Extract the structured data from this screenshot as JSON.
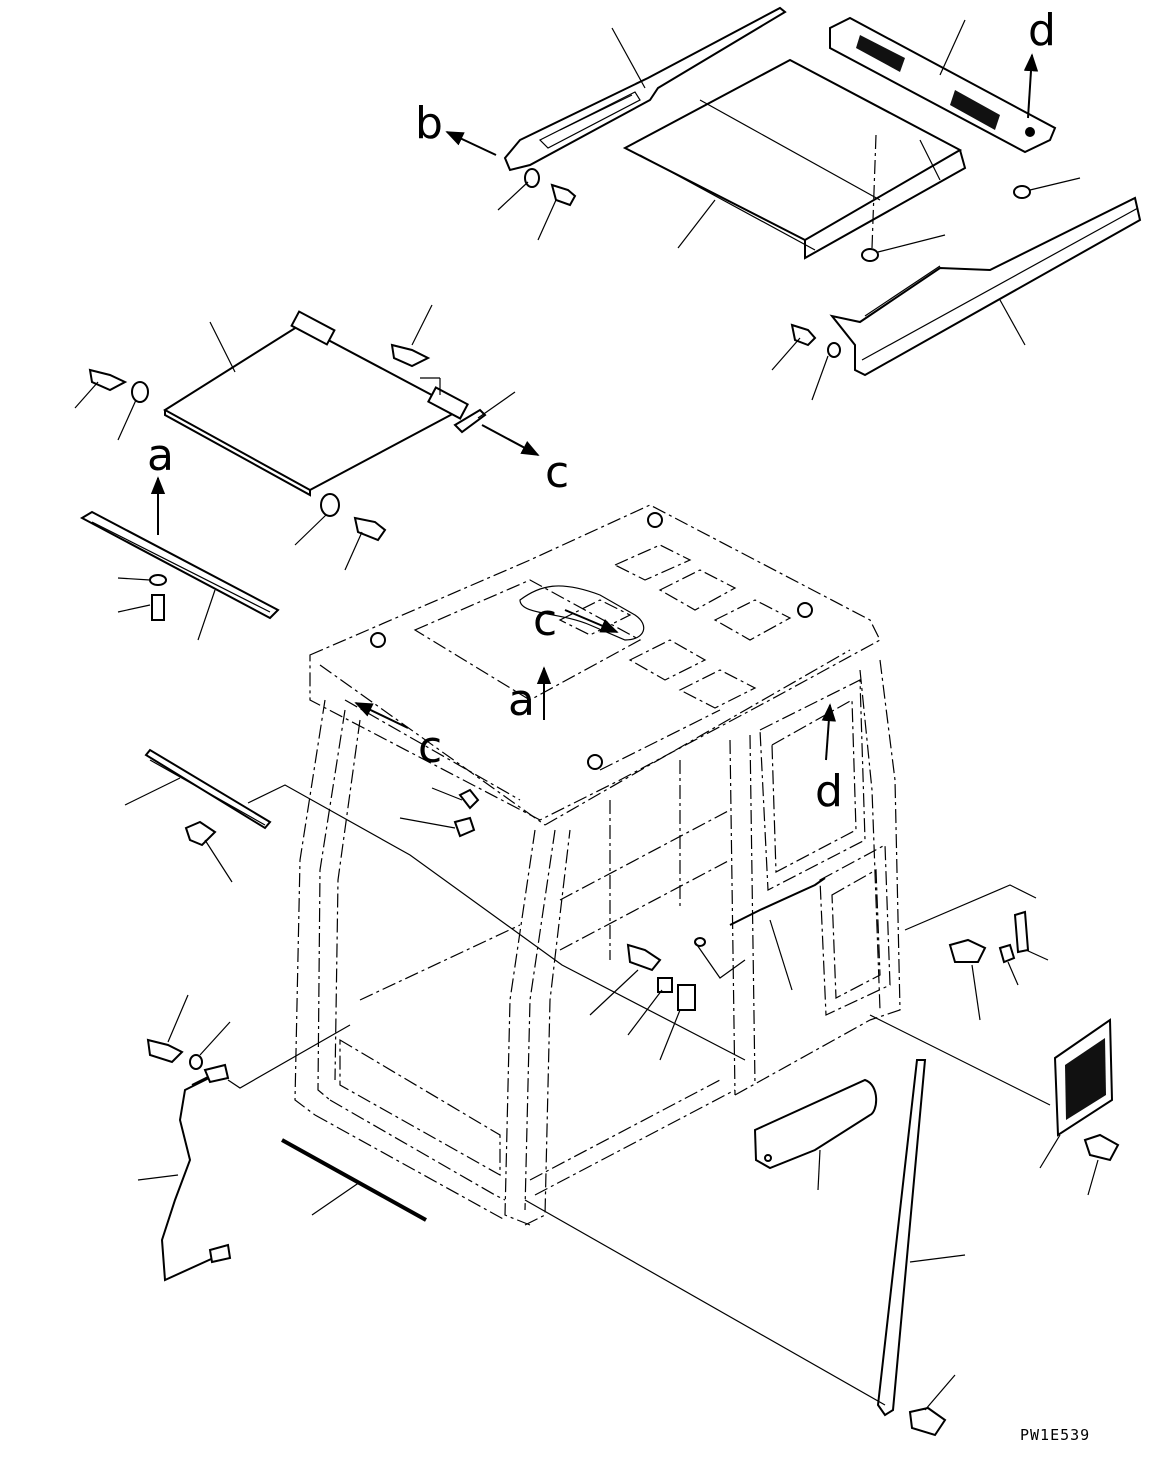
{
  "drawing": {
    "code": "PW1E539",
    "labels": {
      "b_top": "b",
      "d_top": "d",
      "c_right": "c",
      "a_left": "a",
      "c_roof": "c",
      "a_roof": "a",
      "c_left_pillar": "c",
      "d_door": "d"
    }
  }
}
